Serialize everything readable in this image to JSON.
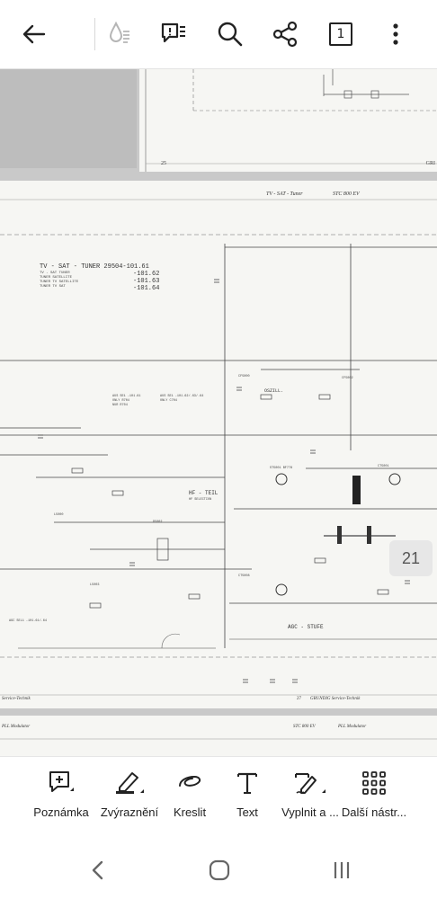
{
  "toolbar": {
    "back_icon": "arrow-left-icon",
    "read_aloud_icon": "liquid-mode-icon",
    "comments_icon": "comment-list-icon",
    "search_icon": "search-icon",
    "share_icon": "share-icon",
    "page_count": "1",
    "more_icon": "more-vertical-icon"
  },
  "document": {
    "prev_page_footer_left": "25",
    "prev_page_footer_right": "GRI",
    "current_header_left": "TV - SAT - Tuner",
    "current_header_right": "STC 800 EV",
    "tuner_title": "TV - SAT - TUNER 29504-101.61",
    "tuner_variants": [
      "-101.62",
      "-101.63",
      "-101.64"
    ],
    "tuner_desc": [
      "TV - SAT TUNER",
      "TUNER SATELLITE",
      "TUNER TV SATELLITE",
      "TUNER TV SAT"
    ],
    "section_hf": "HF - TEIL",
    "section_agc": "AGC - STUFE",
    "section_oszill": "OSZILL.",
    "footer_left": "Service-Technik",
    "footer_page": "27",
    "footer_right": "GRUNDIG Service-Technik",
    "next_header_left": "PLL Modulator",
    "next_header_mid": "STC 800 EV",
    "next_header_right": "PLL Modulator",
    "page_badge": "21"
  },
  "tools": [
    {
      "label": "Poznámka",
      "icon": "comment-add-icon"
    },
    {
      "label": "Zvýraznění",
      "icon": "highlighter-icon"
    },
    {
      "label": "Kreslit",
      "icon": "draw-icon"
    },
    {
      "label": "Text",
      "icon": "text-icon"
    },
    {
      "label": "Vyplnit a ...",
      "icon": "fill-sign-icon"
    },
    {
      "label": "Další nástr...",
      "icon": "more-tools-icon"
    }
  ],
  "nav": {
    "back": "back-icon",
    "home": "home-icon",
    "recents": "recents-icon"
  },
  "colors": {
    "icon": "#222222",
    "disabled_icon": "#b5b5b5",
    "viewer_bg": "#c9c9c9",
    "page_bg": "#f6f6f3"
  }
}
